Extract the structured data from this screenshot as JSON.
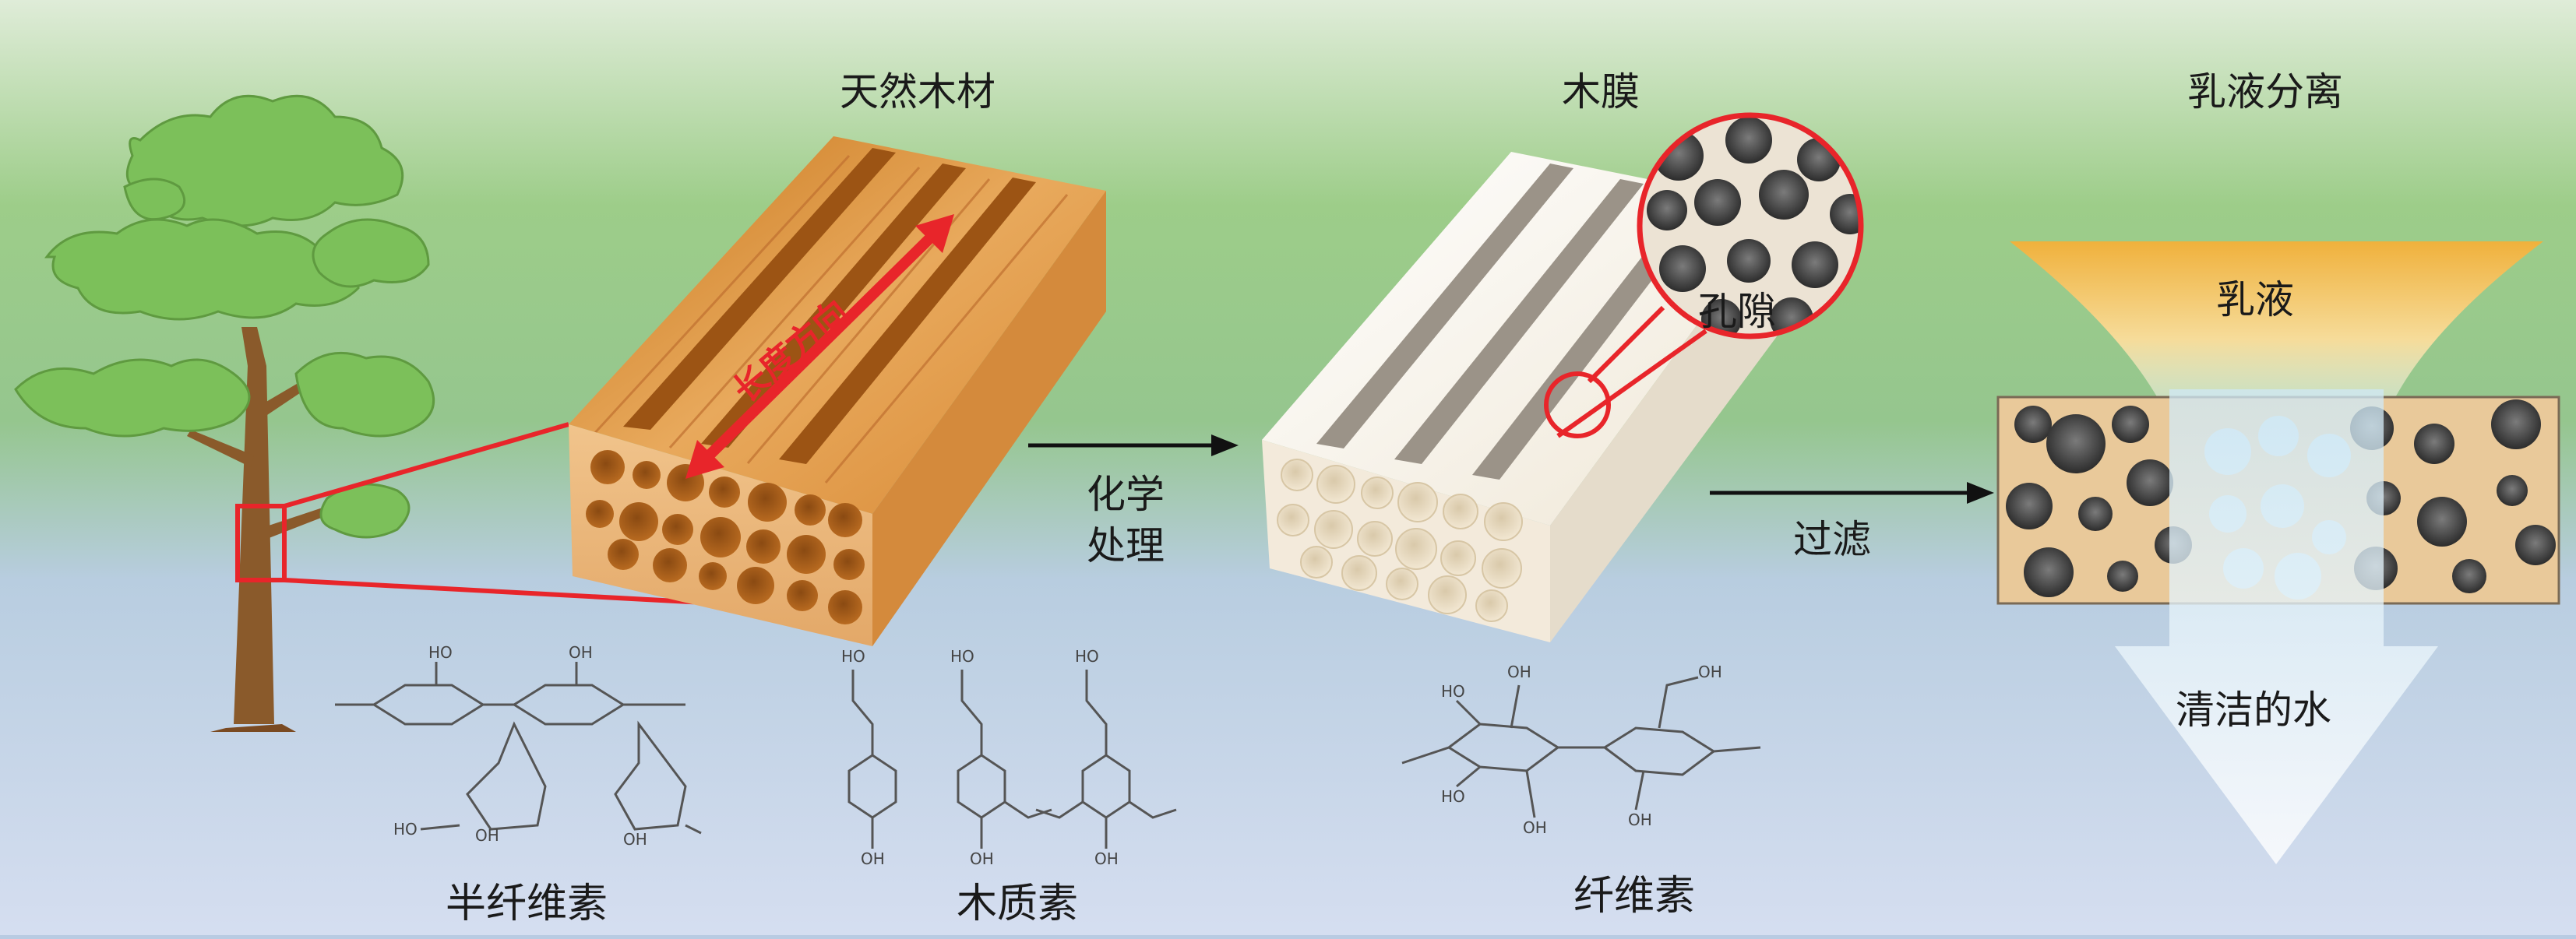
{
  "titles": {
    "natural_wood": "天然木材",
    "wood_membrane": "木膜",
    "emulsion_separation": "乳液分离"
  },
  "labels": {
    "length_direction": "长度方向",
    "pore": "孔隙",
    "chemical_treatment_line1": "化学",
    "chemical_treatment_line2": "处理",
    "filtration": "过滤",
    "emulsion": "乳液",
    "clean_water": "清洁的水"
  },
  "molecules": {
    "hemicellulose": "半纤维素",
    "lignin": "木质素",
    "cellulose": "纤维素"
  },
  "colors": {
    "background_top": "#cfe3c4",
    "background_mid": "#8cc27a",
    "background_bottom": "#c8d6ea",
    "tree_green": "#7cc05a",
    "trunk_brown": "#8a5a2b",
    "wood_orange": "#e0a15a",
    "membrane_white": "#f4efe4",
    "highlight_red": "#e8252a",
    "emulsion_yellow": "#f0b84a",
    "membrane_tan": "#e9c99a",
    "water_blue": "#d6ecf6"
  },
  "icons": [
    "tree-icon",
    "wood-block-icon",
    "membrane-block-icon",
    "pore-magnifier-icon",
    "funnel-icon",
    "arrow-right-icon",
    "molecule-structure-icon"
  ]
}
